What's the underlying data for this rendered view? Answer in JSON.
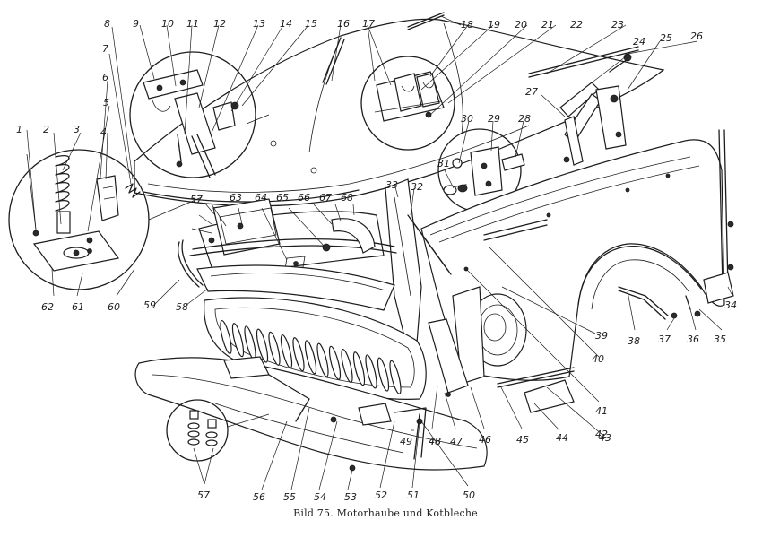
{
  "caption": "Bild 75. Motorhaube und Kotbleche",
  "callouts": [
    "1",
    "2",
    "3",
    "4",
    "5",
    "6",
    "7",
    "8",
    "9",
    "10",
    "11",
    "12",
    "13",
    "14",
    "15",
    "16",
    "17",
    "18",
    "19",
    "20",
    "21",
    "22",
    "23",
    "24",
    "25",
    "26",
    "27",
    "28",
    "29",
    "30",
    "31",
    "32",
    "33",
    "34",
    "35",
    "36",
    "37",
    "38",
    "39",
    "40",
    "41",
    "42",
    "43",
    "44",
    "45",
    "46",
    "47",
    "48",
    "48",
    "49",
    "50",
    "51",
    "52",
    "53",
    "54",
    "55",
    "56",
    "57",
    "57",
    "58",
    "59",
    "60",
    "61",
    "62",
    "63",
    "64",
    "65",
    "66",
    "67",
    "68"
  ]
}
